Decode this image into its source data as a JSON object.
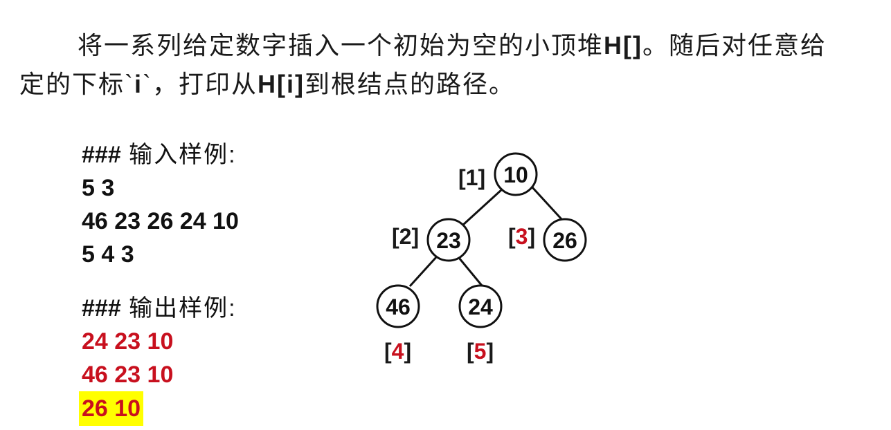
{
  "problem": {
    "line1_part1": "将一系列给定数字插入一个初始为空的小顶堆",
    "line1_code": "H[]",
    "line1_part2": "。随后对任意给",
    "line2_part1": "定的下标`",
    "line2_code1": "i",
    "line2_part2": "`，打印从",
    "line2_code2": "H[i]",
    "line2_part3": "到根结点的路径。"
  },
  "sample_input": {
    "heading_hash": "###",
    "heading_label": " 输入样例:",
    "lines": [
      "5 3",
      "46 23 26 24 10",
      "5 4 3"
    ]
  },
  "sample_output": {
    "heading_hash": "###",
    "heading_label": " 输出样例:",
    "lines": [
      "24 23 10",
      "46 23 10",
      "26 10"
    ],
    "highlighted_line_index": 2,
    "text_color": "#c8101e",
    "highlight_color": "#ffff00"
  },
  "heap_diagram": {
    "nodes": [
      {
        "index_label_open": "[",
        "index": "1",
        "index_label_close": "]",
        "value": "10",
        "index_color": "#1a1a1a"
      },
      {
        "index_label_open": "[",
        "index": "2",
        "index_label_close": "]",
        "value": "23",
        "index_color": "#1a1a1a"
      },
      {
        "index_label_open": "[",
        "index": "3",
        "index_label_close": "]",
        "value": "26",
        "index_color": "#c8101e"
      },
      {
        "index_label_open": "[",
        "index": "4",
        "index_label_close": "]",
        "value": "46",
        "index_color": "#c8101e"
      },
      {
        "index_label_open": "[",
        "index": "5",
        "index_label_close": "]",
        "value": "24",
        "index_color": "#c8101e"
      }
    ],
    "edges": [
      [
        "10",
        "23"
      ],
      [
        "10",
        "26"
      ],
      [
        "23",
        "46"
      ],
      [
        "23",
        "24"
      ]
    ]
  }
}
